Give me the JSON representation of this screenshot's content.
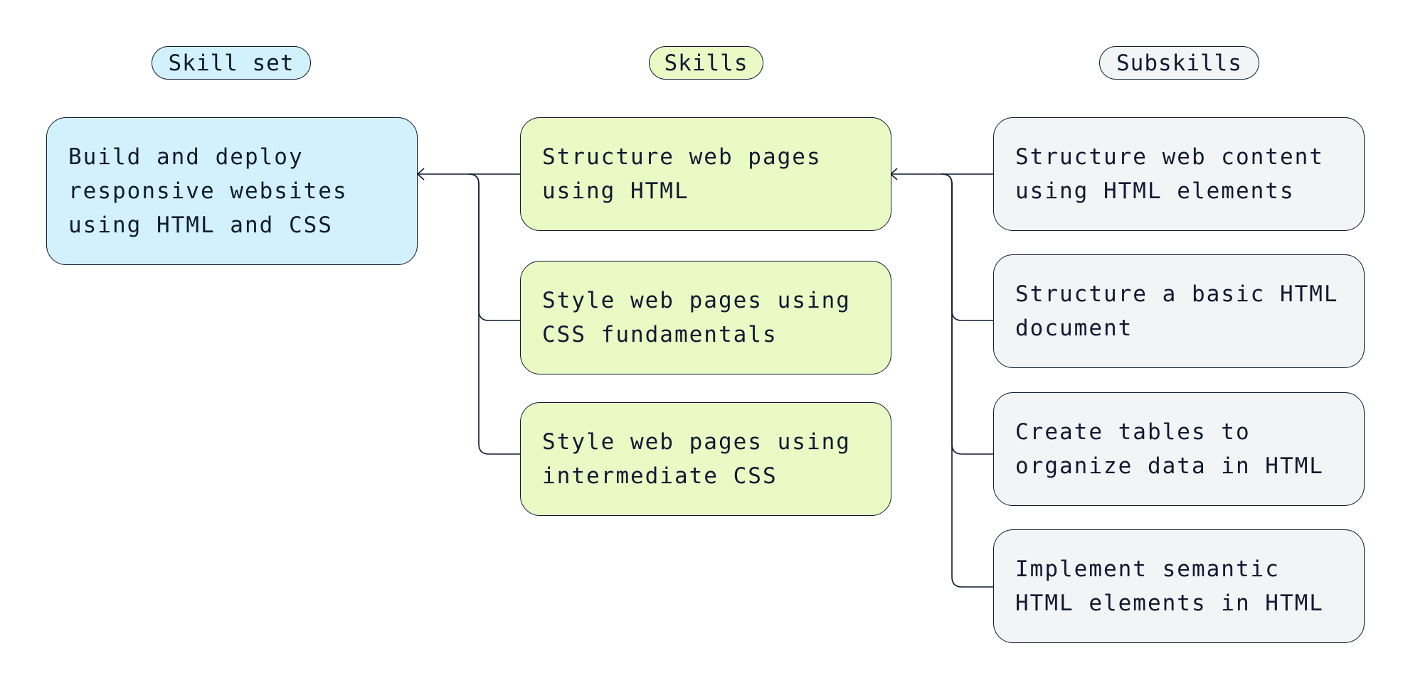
{
  "columns": {
    "skill_set": {
      "header": "Skill set",
      "items": [
        "Build and deploy\nresponsive websites\nusing HTML and CSS"
      ]
    },
    "skills": {
      "header": "Skills",
      "items": [
        "Structure web pages\nusing HTML",
        "Style web pages using\nCSS fundamentals",
        "Style web pages using\nintermediate CSS"
      ]
    },
    "subskills": {
      "header": "Subskills",
      "items": [
        "Structure web content\nusing HTML elements",
        "Structure a basic HTML\ndocument",
        "Create tables to\norganize data in HTML",
        "Implement semantic\nHTML elements in HTML"
      ]
    }
  },
  "colors": {
    "skill_set_fill": "#d3f1fd",
    "skills_fill": "#eafac4",
    "subskills_fill": "#f3f4f6",
    "stroke": "#0f1a33"
  }
}
